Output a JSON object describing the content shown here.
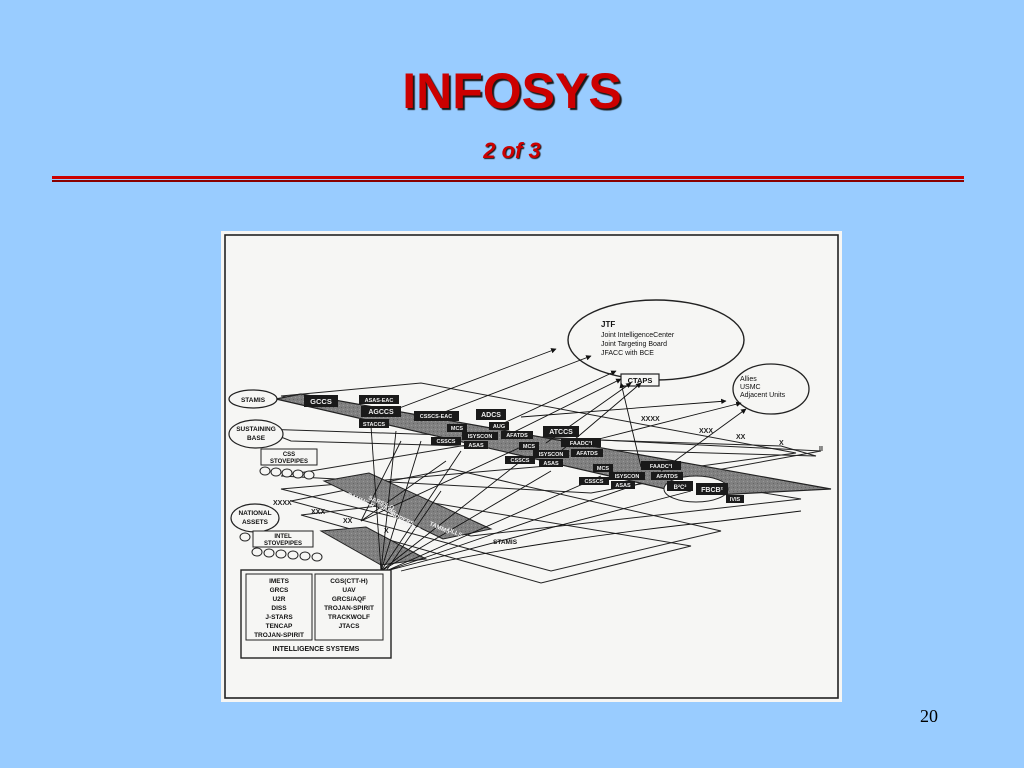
{
  "slide": {
    "title": "INFOSYS",
    "subtitle": "2 of 3",
    "page_number": "20",
    "colors": {
      "background": "#99ccff",
      "title": "#cc0000",
      "rule": "#cc0000"
    }
  },
  "diagram": {
    "jtf": {
      "title": "JTF",
      "lines": [
        "Joint IntelligenceCenter",
        "Joint Targeting Board",
        "JFACC with BCE"
      ],
      "ctaps": "CTAPS"
    },
    "allies": [
      "Allies",
      "USMC",
      "Adjacent Units"
    ],
    "left_clouds": {
      "stamis": "STAMIS",
      "sustaining": [
        "SUSTAINING",
        "BASE"
      ],
      "national": [
        "NATIONAL",
        "ASSETS"
      ]
    },
    "stovepipes": {
      "css": [
        "CSS",
        "STOVEPIPES"
      ],
      "intel": [
        "INTEL",
        "STOVEPIPES"
      ]
    },
    "echelons": {
      "xxxx": "XXXX",
      "xxx": "XXX",
      "xx": "XX",
      "x": "X",
      "ii": "II"
    },
    "nodes": {
      "gccs": "GCCS",
      "asas_eac": "ASAS-EAC",
      "agccs": "AGCCS",
      "stacc": "STACCS",
      "csscs_eac": "CSSCS-EAC",
      "adcs": "ADCS",
      "aug": "AUG",
      "afatds1": "AFATDS",
      "mcs1": "MCS",
      "syscon1": "ISYSCON",
      "csscs1": "CSSCS",
      "asas1": "ASAS",
      "atccs": "ATCCS",
      "faadc1": "FAADC³I",
      "afatds2": "AFATDS",
      "mcs2": "MCS",
      "syscon2": "ISYSCON",
      "csscs2": "CSSCS",
      "asas2": "ASAS",
      "mcs3": "MCS",
      "syscon3": "ISYSCON",
      "csscs3": "CSSCS",
      "asas3": "ASAS",
      "faadc2": "FAADC³I",
      "afatds3": "AFATDS",
      "b2c2": "B²C²",
      "fbcb2": "FBCB²",
      "ivis": "IVIS"
    },
    "band": [
      "DAMMS-R",
      "SARSS-O",
      "SAMS",
      "SIDPERS",
      "SPBS-R",
      "TAMMS",
      "ULLS"
    ],
    "stamis_bottom": "STAMIS",
    "intel_left": [
      "IMETS",
      "GRCS",
      "U2R",
      "DISS",
      "J-STARS",
      "TENCAP",
      "TROJAN-SPIRIT"
    ],
    "intel_right": [
      "CGS(CTT-H)",
      "UAV",
      "GRCS/AQF",
      "TROJAN-SPIRIT",
      "TRACKWOLF",
      "JTACS"
    ],
    "intel_caption": "INTELLIGENCE SYSTEMS"
  }
}
